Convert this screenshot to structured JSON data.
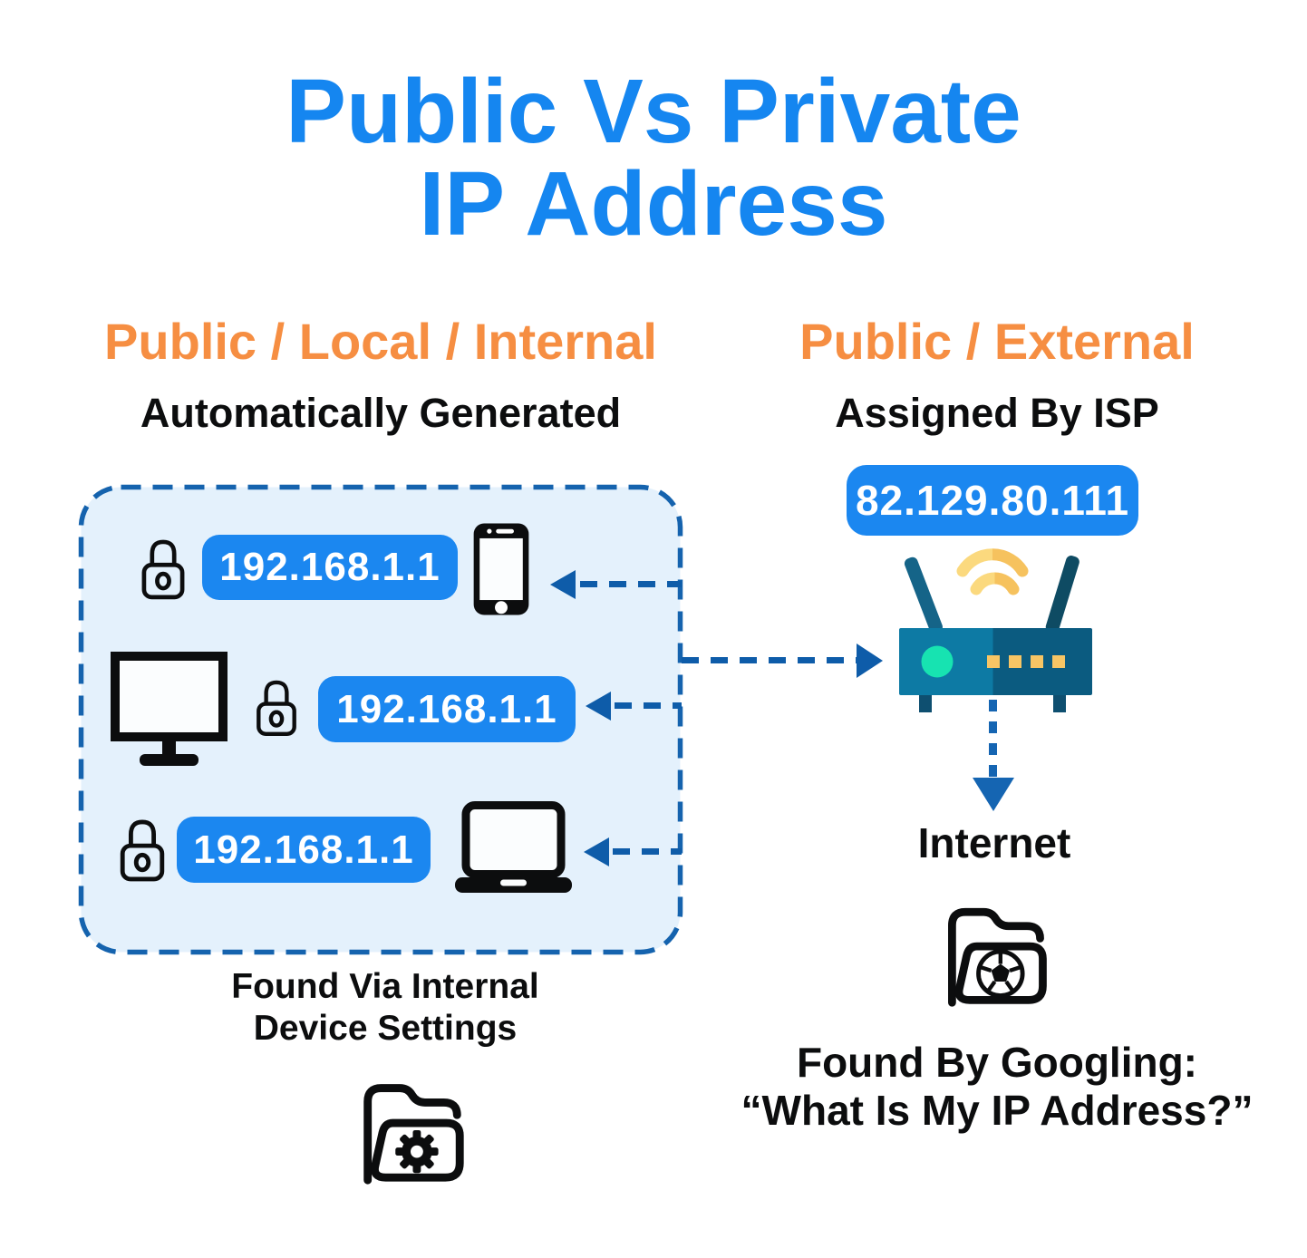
{
  "title": {
    "line1": "Public Vs Private",
    "line2": "IP Address"
  },
  "left_column": {
    "heading": "Public / Local / Internal",
    "subheading": "Automatically Generated",
    "devices": [
      {
        "device": "smartphone",
        "ip": "192.168.1.1"
      },
      {
        "device": "desktop-monitor",
        "ip": "192.168.1.1"
      },
      {
        "device": "laptop",
        "ip": "192.168.1.1"
      }
    ],
    "footer": {
      "line1": "Found Via Internal",
      "line2": "Device Settings"
    }
  },
  "right_column": {
    "heading": "Public / External",
    "subheading": "Assigned By ISP",
    "public_ip": "82.129.80.111",
    "internet_label": "Internet",
    "footer": {
      "line1": "Found By Googling:",
      "line2": "“What Is My IP Address?”"
    }
  },
  "icons": {
    "lock": "padlock-outline",
    "smartphone": "black-smartphone-silhouette",
    "monitor": "desktop-monitor-outline",
    "laptop": "laptop-silhouette",
    "router": "teal-wifi-router-with-antennas",
    "wifi": "yellow-wifi-signal-arcs",
    "folder_settings": "open-folder-with-gear",
    "folder_browser": "open-folder-with-soccer-ball",
    "arrows": "blue-dashed-arrows"
  },
  "colors": {
    "title_blue": "#1586F0",
    "heading_orange": "#F68E42",
    "ip_pill_blue": "#1B87F0",
    "network_box_fill": "#E4F1FC",
    "network_box_border": "#1563AE",
    "arrow_blue": "#0E5CA9",
    "down_arrow_blue": "#1565B2",
    "router_body_left": "#0D7AA4",
    "router_body_right": "#0B5B80",
    "router_antenna_dark": "#0E4B63",
    "router_antenna_light": "#156488",
    "router_indicator_green": "#17E3B1",
    "router_ports_yellow": "#F7C565",
    "wifi_yellow_light": "#FBD97E",
    "wifi_yellow_dark": "#F6C25E",
    "text_black": "#0C0D0E"
  }
}
